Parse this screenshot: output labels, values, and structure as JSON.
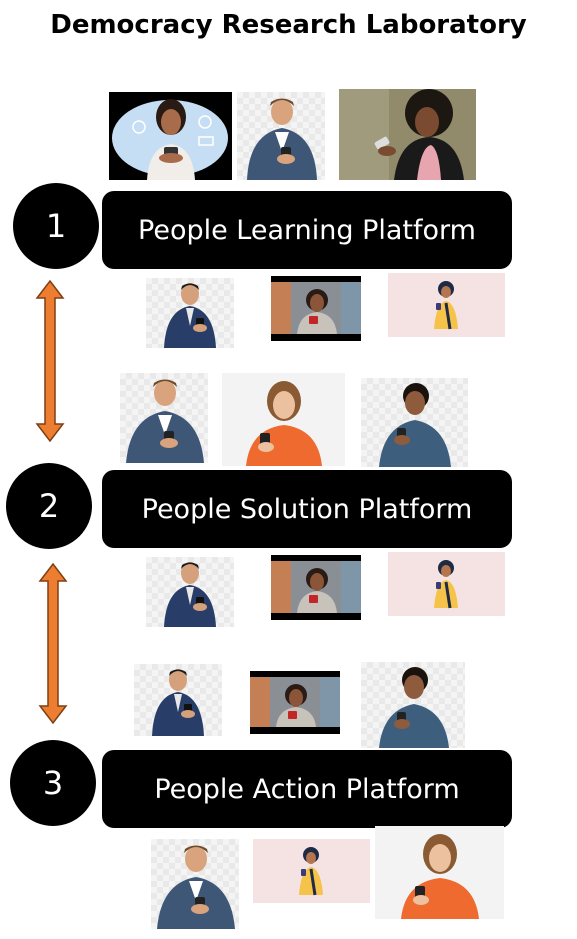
{
  "title": "Democracy Research Laboratory",
  "steps": [
    {
      "number": "1",
      "label": "People Learning Platform"
    },
    {
      "number": "2",
      "label": "People Solution Platform"
    },
    {
      "number": "3",
      "label": "People Action Platform"
    }
  ],
  "colors": {
    "banner": "#000000",
    "arrow_fill": "#ed7d31",
    "arrow_stroke": "#7f3f14"
  },
  "photos": [
    "woman-with-phone-illustration",
    "man-in-blazer-with-phone",
    "woman-curly-hair-with-phone",
    "businessman-with-phone",
    "woman-with-phone-city",
    "cartoon-woman-with-phone",
    "man-in-blazer-with-phone",
    "woman-orange-top-with-phone",
    "man-denim-jacket-with-phone"
  ]
}
